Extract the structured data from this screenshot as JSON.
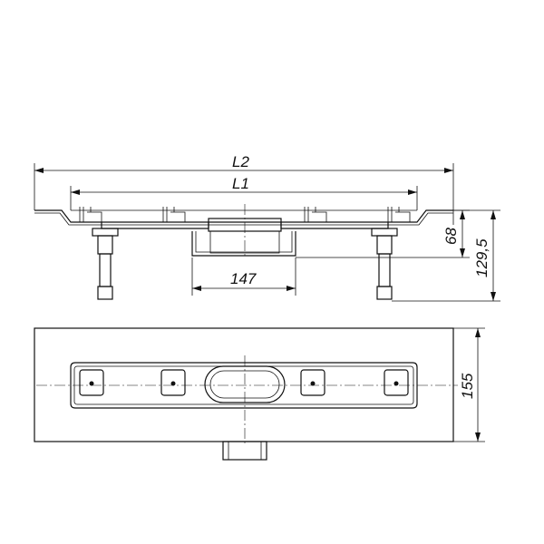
{
  "dimensions": {
    "overall_length": "L2",
    "channel_length": "L1",
    "outlet_width": "147",
    "channel_height": "68",
    "total_height": "129,5",
    "width": "155"
  },
  "colors": {
    "line": "#111111",
    "background": "#ffffff"
  }
}
